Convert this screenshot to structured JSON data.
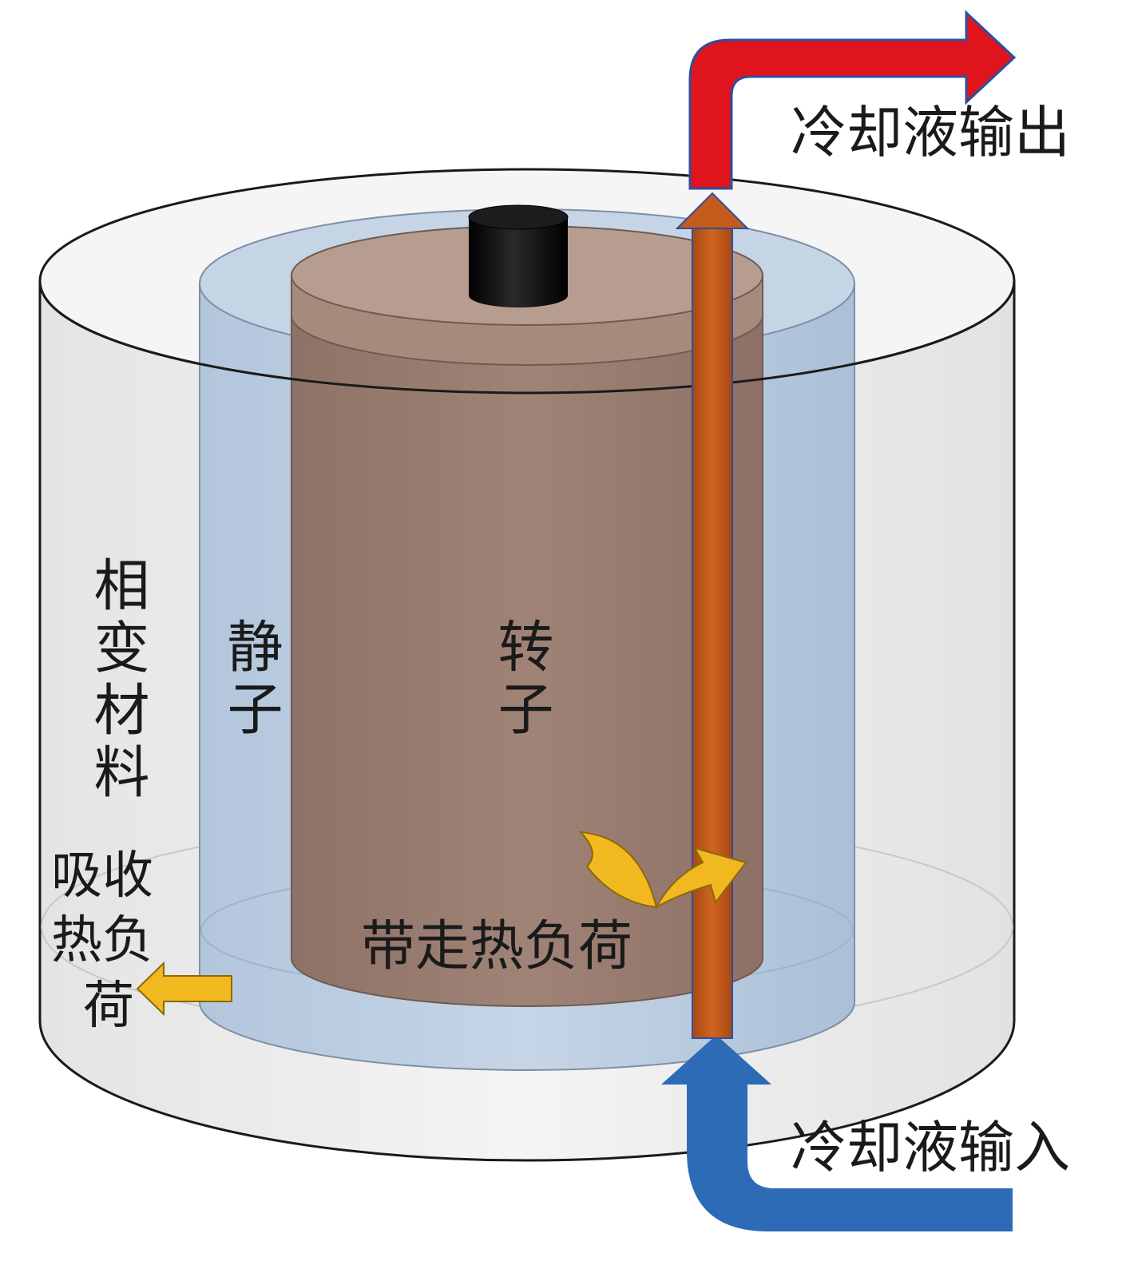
{
  "labels": {
    "phase_change_material": "相变材料",
    "stator": "静子",
    "rotor": "转子",
    "coolant_outlet": "冷却液输出",
    "coolant_inlet": "冷却液输入",
    "carry_away_heat": "带走热负荷",
    "absorb_heat_line1": "吸收",
    "absorb_heat_line2": "热负",
    "absorb_heat_line3": "荷"
  },
  "colors": {
    "outer_shell": "#ebebeb",
    "stator": "#b8c9dd",
    "rotor": "#9a7c70",
    "rotor_top": "#b59a8c",
    "shaft": "#111111",
    "coolant_pipe": "#c45a1c",
    "coolant_outlet": "#e0141c",
    "coolant_inlet": "#2d6bb7",
    "heat_arrow": "#f2b81f"
  }
}
